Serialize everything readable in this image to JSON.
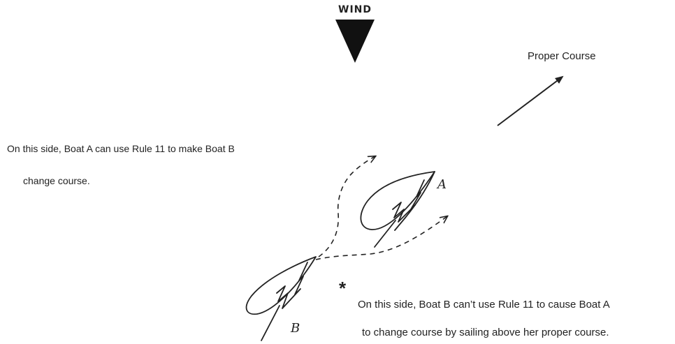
{
  "wind": {
    "label": "WIND"
  },
  "proper_course": {
    "label": "Proper Course"
  },
  "left_note": {
    "line1": "On this side, Boat A can use Rule 11 to make Boat B",
    "line2": "change course."
  },
  "right_note": {
    "marker": "*",
    "line1": "On this side, Boat B can’t use Rule 11 to cause Boat A",
    "line2": "to change course by sailing above her proper course."
  },
  "boats": {
    "a_label": "A",
    "b_label": "B"
  },
  "colors": {
    "ink": "#222222",
    "background": "#ffffff"
  }
}
